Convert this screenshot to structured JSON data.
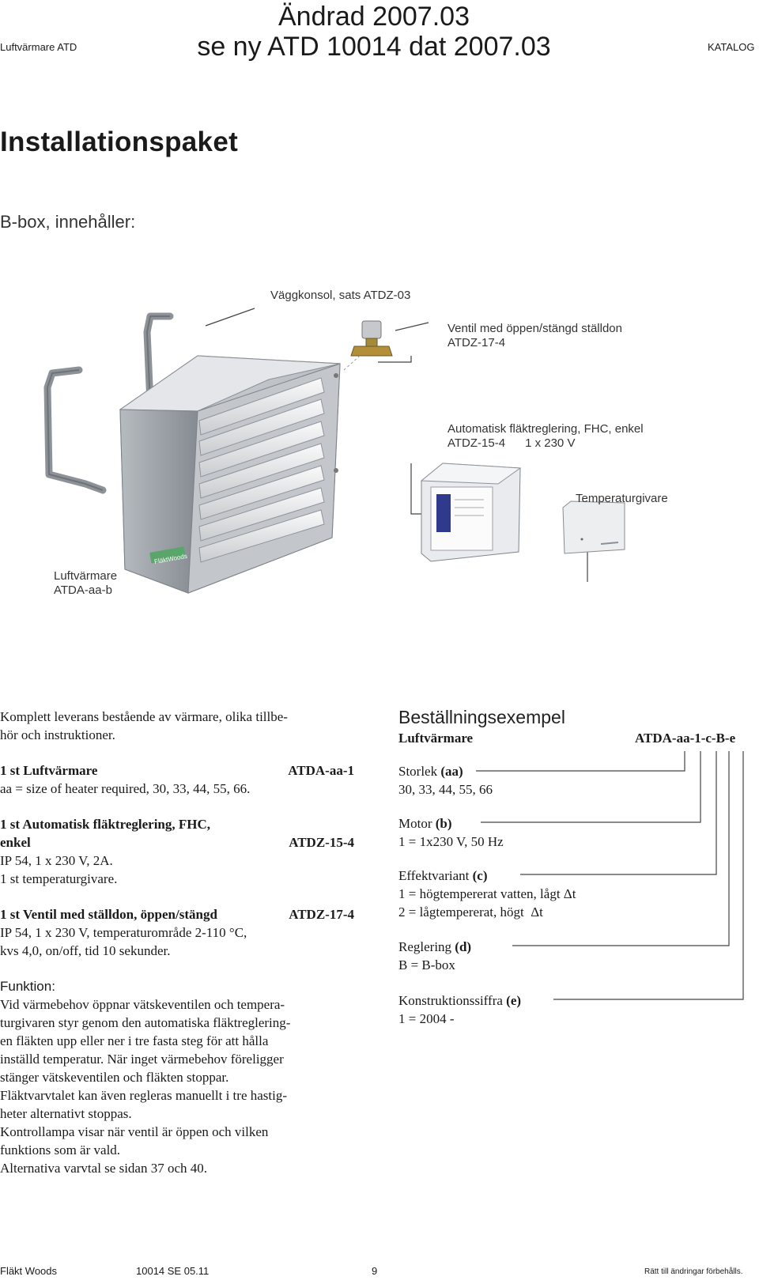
{
  "header": {
    "left": "Luftvärmare ATD",
    "right": "KATALOG",
    "stamp_line1": "Ändrad 2007.03",
    "stamp_line2": "se ny ATD 10014 dat 2007.03"
  },
  "title": "Installationspaket",
  "subtitle": "B-box, innehåller:",
  "figure": {
    "labels": {
      "bracket": "Väggkonsol, sats ATDZ-03",
      "valve_1": "Ventil med öppen/stängd ställdon",
      "valve_2": "ATDZ-17-4",
      "fhc_1": "Automatisk fläktreglering, FHC, enkel",
      "fhc_2": "ATDZ-15-4      1 x 230 V",
      "sensor": "Temperaturgivare",
      "heater_1": "Luftvärmare",
      "heater_2": "ATDA-aa-b"
    },
    "brand_badge": "FläktWoods"
  },
  "left_column": {
    "intro_1": "Komplett leverans bestående av värmare, olika tillbe-",
    "intro_2": "hör och instruktioner.",
    "item1_name": "1 st Luftvärmare",
    "item1_code": "ATDA-aa-1",
    "item1_desc": "aa = size of heater required, 30, 33, 44, 55, 66.",
    "item2_name_1": "1 st Automatisk fläktreglering, FHC,",
    "item2_name_2": "enkel",
    "item2_code": "ATDZ-15-4",
    "item2_desc_1": "IP 54, 1 x 230 V, 2A.",
    "item2_desc_2": "1 st temperaturgivare.",
    "item3_name": "1 st Ventil med ställdon, öppen/stängd",
    "item3_code": "ATDZ-17-4",
    "item3_desc_1": "IP 54, 1 x 230 V, temperaturområde 2-110 °C,",
    "item3_desc_2": "kvs  4,0, on/off, tid 10 sekunder.",
    "funktion_heading": "Funktion:",
    "funktion_lines": [
      "Vid värmebehov öppnar vätskeventilen och tempera-",
      "turgivaren styr genom den automatiska fläktreglering-",
      "en fläkten upp eller ner i tre fasta steg för att hålla",
      "inställd temperatur. När inget värmebehov föreligger",
      "stänger vätskeventilen och fläkten stoppar.",
      "Fläktvarvtalet kan även regleras manuellt i tre hastig-",
      "heter alternativt stoppas.",
      "Kontrollampa visar när ventil är öppen och vilken",
      "funktions som är vald.",
      "Alternativa varvtal se sidan 37 och 40."
    ]
  },
  "order": {
    "heading": "Beställningsexempel",
    "product": "Luftvärmare",
    "code": "ATDA-aa-1-c-B-e",
    "storlek_label": "Storlek",
    "storlek_key": "(aa)",
    "storlek_value": "30, 33, 44, 55, 66",
    "motor_label": "Motor",
    "motor_key": "(b)",
    "motor_value": "1 = 1x230 V, 50 Hz",
    "effekt_label": "Effektvariant",
    "effekt_key": "(c)",
    "effekt_value_1": "1 = högtempererat vatten, lågt Δt",
    "effekt_value_2": "2 = lågtempererat, högt  Δt",
    "reglering_label": "Reglering",
    "reglering_key": "(d)",
    "reglering_value": "B = B-box",
    "konstr_label": "Konstruktionssiffra",
    "konstr_key": "(e)",
    "konstr_value": "1 = 2004 -"
  },
  "footer": {
    "company": "Fläkt Woods",
    "doc": "10014 SE 05.11",
    "page": "9",
    "rights": "Rätt till ändringar förbehålls."
  }
}
